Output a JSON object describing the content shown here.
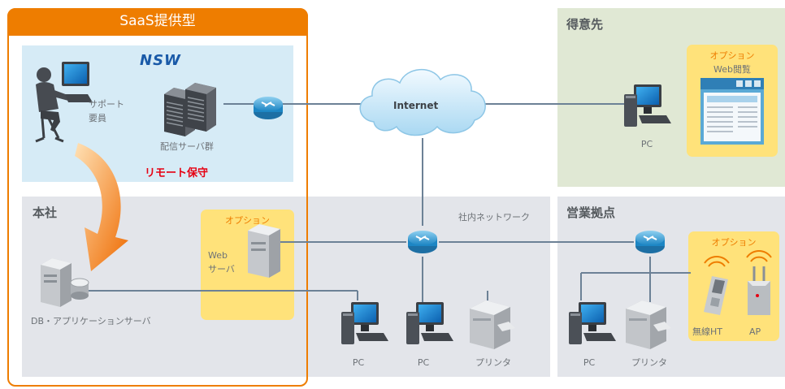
{
  "saas": {
    "title": "SaaS提供型",
    "brand": "NSW",
    "support_label_line1": "サポート",
    "support_label_line2": "要員",
    "servers_label": "配信サーバ群",
    "remote_label": "リモート保守"
  },
  "internet": {
    "label": "Internet"
  },
  "customer": {
    "title": "得意先",
    "option_label": "オプション",
    "web_label": "Web閲覧",
    "pc_label": "PC"
  },
  "hq": {
    "title": "本社",
    "network_label": "社内ネットワーク",
    "option_label": "オプション",
    "web_line1": "Web",
    "web_line2": "サーバ",
    "db_label": "DB・アプリケーションサーバ",
    "pc1_label": "PC",
    "pc2_label": "PC",
    "printer_label": "プリンタ"
  },
  "branch": {
    "title": "営業拠点",
    "option_label": "オプション",
    "ht_label": "無線HT",
    "ap_label": "AP",
    "pc_label": "PC",
    "printer_label": "プリンタ"
  },
  "colors": {
    "orange": "#ee7d00",
    "blue_zone": "#d6ebf6",
    "gray_zone": "#e3e5ea",
    "green_zone": "#e0e8d4",
    "option_zone": "#ffe27a",
    "line": "#6c8196",
    "red_text": "#e60012",
    "brand_blue": "#1a5aa8"
  }
}
